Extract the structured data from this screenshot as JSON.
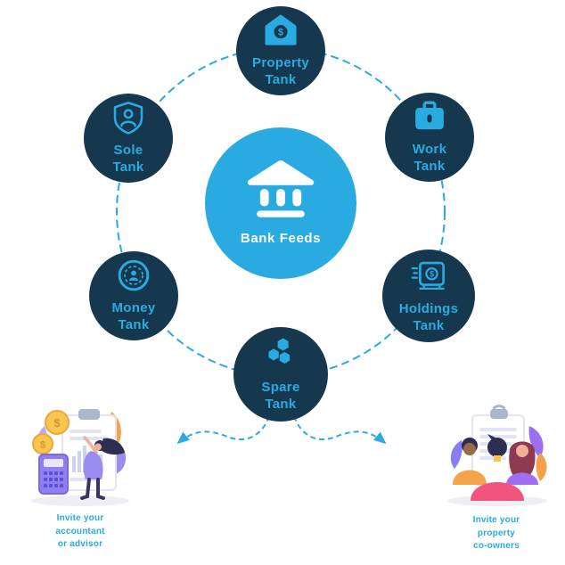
{
  "diagram": {
    "center": {
      "label": "Bank Feeds",
      "icon": "bank-icon"
    },
    "tanks": [
      {
        "line1": "Property",
        "line2": "Tank",
        "icon": "house-dollar-icon"
      },
      {
        "line1": "Sole",
        "line2": "Tank",
        "icon": "shield-user-icon"
      },
      {
        "line1": "Work",
        "line2": "Tank",
        "icon": "briefcase-icon"
      },
      {
        "line1": "Money",
        "line2": "Tank",
        "icon": "coin-target-icon"
      },
      {
        "line1": "Holdings",
        "line2": "Tank",
        "icon": "safe-dollar-icon"
      },
      {
        "line1": "Spare",
        "line2": "Tank",
        "icon": "hexagons-icon"
      }
    ]
  },
  "captions": {
    "left": {
      "line1": "Invite your",
      "line2": "accountant",
      "line3": "or advisor"
    },
    "right": {
      "line1": "Invite your",
      "line2": "property",
      "line3": "co-owners"
    }
  },
  "glyphs": {
    "dollar": "$"
  },
  "colors": {
    "accent": "#29abe2",
    "tank_bg": "#15384f",
    "center_bg": "#29abe2",
    "tank_label": "#29abe2",
    "center_label": "#ffffff"
  }
}
